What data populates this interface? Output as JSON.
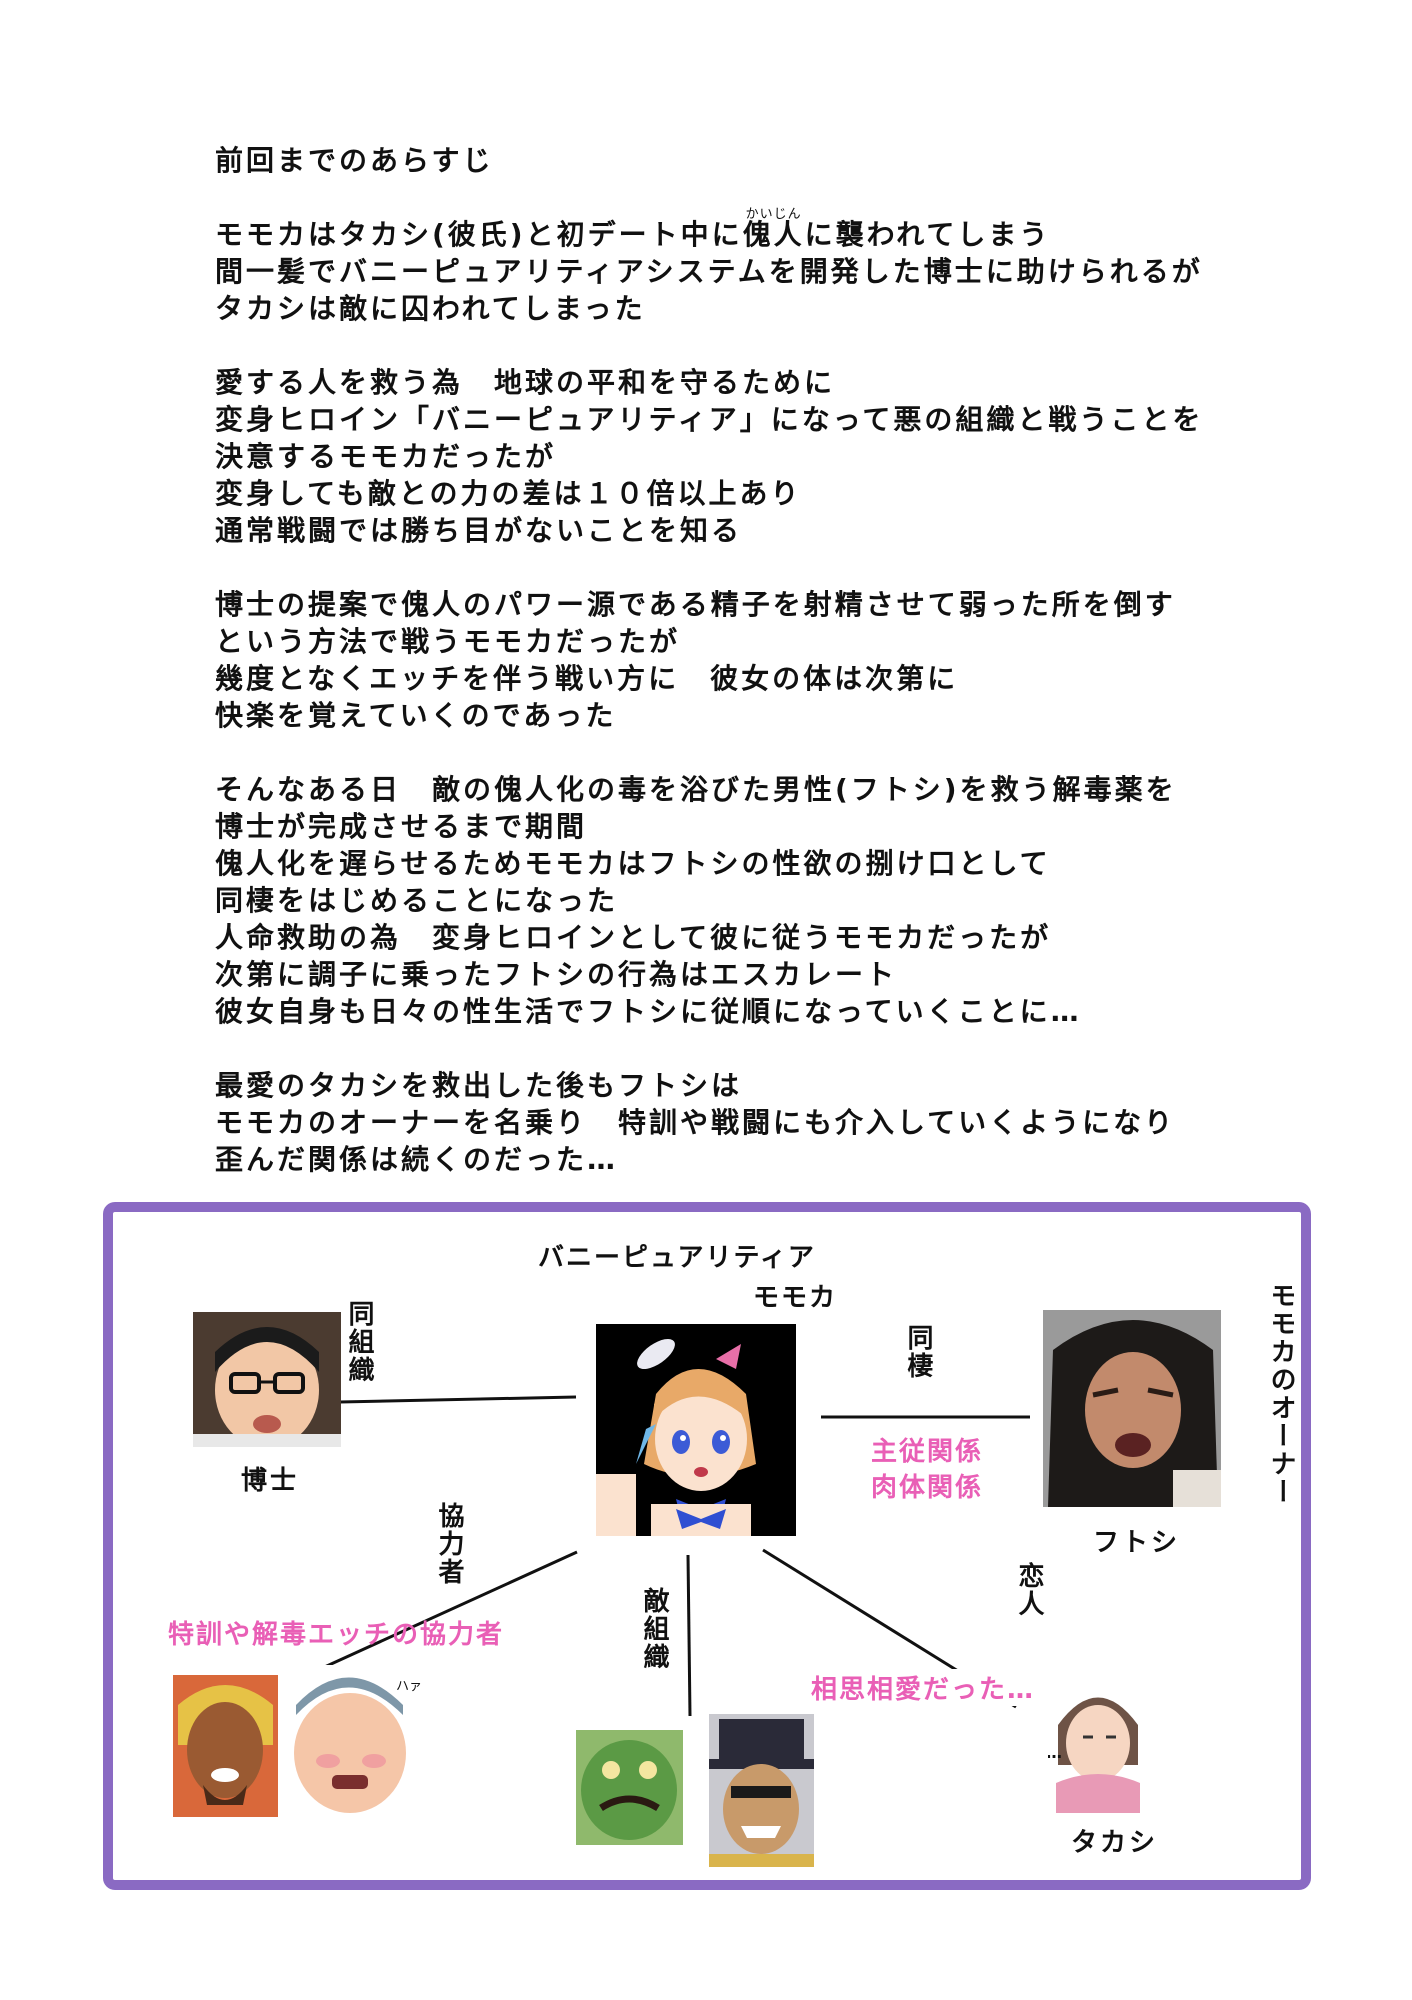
{
  "summary": {
    "heading": "前回までのあらすじ",
    "p1": {
      "l1_pre": "モモカはタカシ(彼氏)と初デート中に",
      "ruby_base": "傀人",
      "ruby_reading": "かいじん",
      "l1_post": "に襲われてしまう",
      "l2": "間一髪でバニーピュアリティアシステムを開発した博士に助けられるが",
      "l3": "タカシは敵に囚われてしまった"
    },
    "p2": [
      "愛する人を救う為　地球の平和を守るために",
      "変身ヒロイン「バニーピュアリティア」になって悪の組織と戦うことを",
      "決意するモモカだったが",
      "変身しても敵との力の差は１０倍以上あり",
      "通常戦闘では勝ち目がないことを知る"
    ],
    "p3": [
      "博士の提案で傀人のパワー源である精子を射精させて弱った所を倒す",
      "という方法で戦うモモカだったが",
      "幾度となくエッチを伴う戦い方に　彼女の体は次第に",
      "快楽を覚えていくのであった"
    ],
    "p4": [
      "そんなある日　敵の傀人化の毒を浴びた男性(フトシ)を救う解毒薬を",
      "博士が完成させるまで期間",
      "傀人化を遅らせるためモモカはフトシの性欲の捌け口として",
      "同棲をはじめることになった",
      "人命救助の為　変身ヒロインとして彼に従うモモカだったが",
      "次第に調子に乗ったフトシの行為はエスカレート",
      "彼女自身も日々の性生活でフトシに従順になっていくことに…"
    ],
    "p5": [
      "最愛のタカシを救出した後もフトシは",
      "モモカのオーナーを名乗り　特訓や戦闘にも介入していくようになり",
      "歪んだ関係は続くのだった…"
    ]
  },
  "chart": {
    "center_title": "バニーピュアリティア",
    "center_name": "モモカ",
    "hakase_name": "博士",
    "rel_hakase": "同組織",
    "rel_futoshi": "同棲",
    "futoshi_desc1": "主従関係",
    "futoshi_desc2": "肉体関係",
    "futoshi_role": "モモカのオーナー",
    "futoshi_name": "フトシ",
    "rel_helpers": "協力者",
    "helpers_desc": "特訓や解毒エッチの協力者",
    "rel_enemy": "敵組織",
    "rel_lover": "恋人",
    "lover_desc": "相思相愛だった…",
    "takashi_name": "タカシ",
    "pant_text": "ハァ",
    "dots_text": "…"
  },
  "colors": {
    "frame": "#8a6ac3",
    "accent_pink": "#e95fb6"
  }
}
